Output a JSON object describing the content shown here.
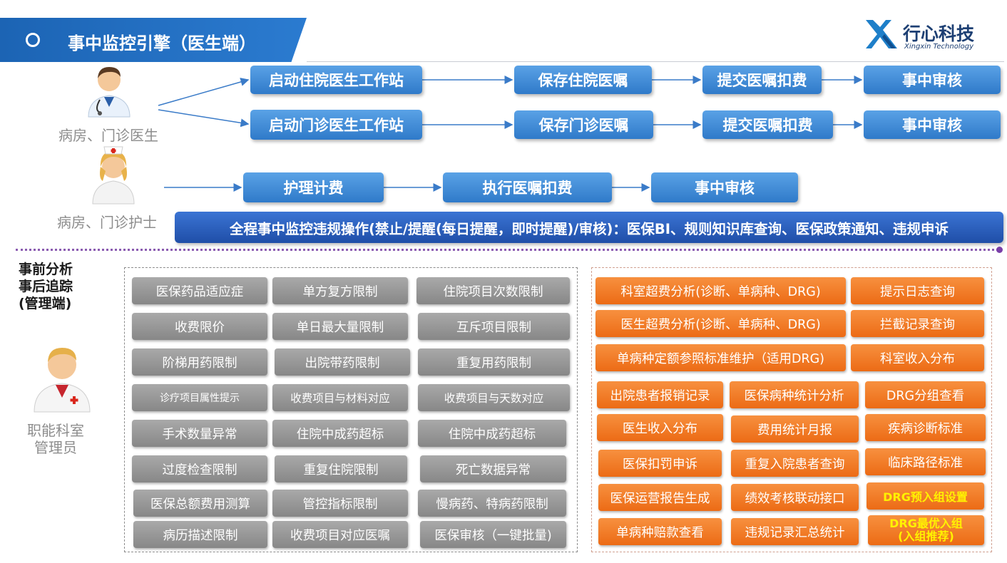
{
  "header": {
    "title": "事中监控引擎（医生端）",
    "logo_cn": "行心科技",
    "logo_en": "Xingxin Technology"
  },
  "roles": {
    "doctor": "病房、门诊医生",
    "nurse": "病房、门诊护士",
    "admin_line1": "职能科室",
    "admin_line2": "管理员"
  },
  "flow": {
    "row1": [
      "启动住院医生工作站",
      "保存住院医嘱",
      "提交医嘱扣费",
      "事中审核"
    ],
    "row2": [
      "启动门诊医生工作站",
      "保存门诊医嘱",
      "提交医嘱扣费",
      "事中审核"
    ],
    "row3": [
      "护理计费",
      "执行医嘱扣费",
      "事中审核"
    ]
  },
  "banner_text": "全程事中监控违规操作(禁止/提醒(每日提醒，即时提醒)/审核)：医保BI、规则知识库查询、医保政策通知、违规申诉",
  "section_label": [
    "事前分析",
    "事后追踪",
    "(管理端)"
  ],
  "rules": [
    "医保药品适应症",
    "单方复方限制",
    "住院项目次数限制",
    "收费限价",
    "单日最大量限制",
    "互斥项目限制",
    "阶梯用药限制",
    "出院带药限制",
    "重复用药限制",
    "诊疗项目属性提示",
    "收费项目与材料对应",
    "收费项目与天数对应",
    "手术数量异常",
    "住院中成药超标",
    "住院中成药超标",
    "过度检查限制",
    "重复住院限制",
    "死亡数据异常",
    "医保总额费用测算",
    "管控指标限制",
    "慢病药、特病药限制",
    "病历描述限制",
    "收费项目对应医嘱",
    "医保审核（一键批量)"
  ],
  "analysis": {
    "wide": [
      [
        "科室超费分析(诊断、单病种、DRG)",
        "提示日志查询"
      ],
      [
        "医生超费分析(诊断、单病种、DRG)",
        "拦截记录查询"
      ],
      [
        "单病种定额参照标准维护（适用DRG)",
        "科室收入分布"
      ]
    ],
    "grid": [
      "出院患者报销记录",
      "医保病种统计分析",
      "DRG分组查看",
      "医生收入分布",
      "费用统计月报",
      "疾病诊断标准",
      "医保扣罚申诉",
      "重复入院患者查询",
      "临床路径标准",
      "医保运营报告生成",
      "绩效考核联动接口",
      "DRG预入组设置",
      "单病种赔款查看",
      "违规记录汇总统计"
    ],
    "last_line1": "DRG最优入组",
    "last_line2": "(入组推荐)"
  },
  "colors": {
    "blue_box": "#3d8ad6",
    "banner_blue": "#1c64b4",
    "gray_box": "#999999",
    "orange_box": "#f07a25",
    "highlight_text": "#fff200"
  }
}
